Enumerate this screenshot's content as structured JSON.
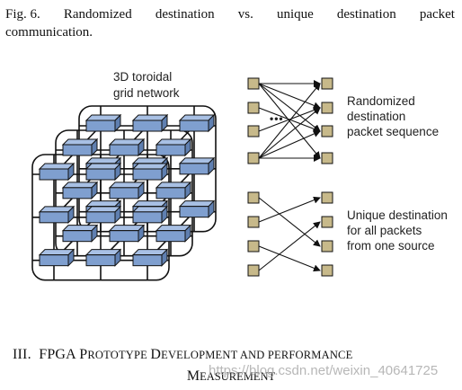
{
  "caption": {
    "words": [
      "Fig. 6.",
      "Randomized",
      "destination",
      "vs.",
      "unique",
      "destination",
      "packet"
    ],
    "line2": "communication."
  },
  "figure": {
    "grid_label_line1": "3D toroidal",
    "grid_label_line2": "grid network",
    "ellipsis": "•••",
    "randomized": [
      "Randomized",
      "destination",
      "packet sequence"
    ],
    "unique": [
      "Unique destination",
      "for all packets",
      "from one source"
    ]
  },
  "section_heading": {
    "line1": "III.  FPGA Prototype Development and performance",
    "numeral": "III.",
    "line1_parts": [
      "F",
      "PGA ",
      "P",
      "ROTOTYPE ",
      "D",
      "EVELOPMENT AND PERFORMANCE"
    ],
    "line2_parts": [
      "M",
      "EASUREMENT"
    ]
  },
  "watermark": "https://blog.csdn.net/weixin_40641725",
  "colors": {
    "node_fill": "#7f9fcf",
    "node_top": "#a8c0e4",
    "square_fill": "#c7b98a",
    "text": "#111111"
  }
}
